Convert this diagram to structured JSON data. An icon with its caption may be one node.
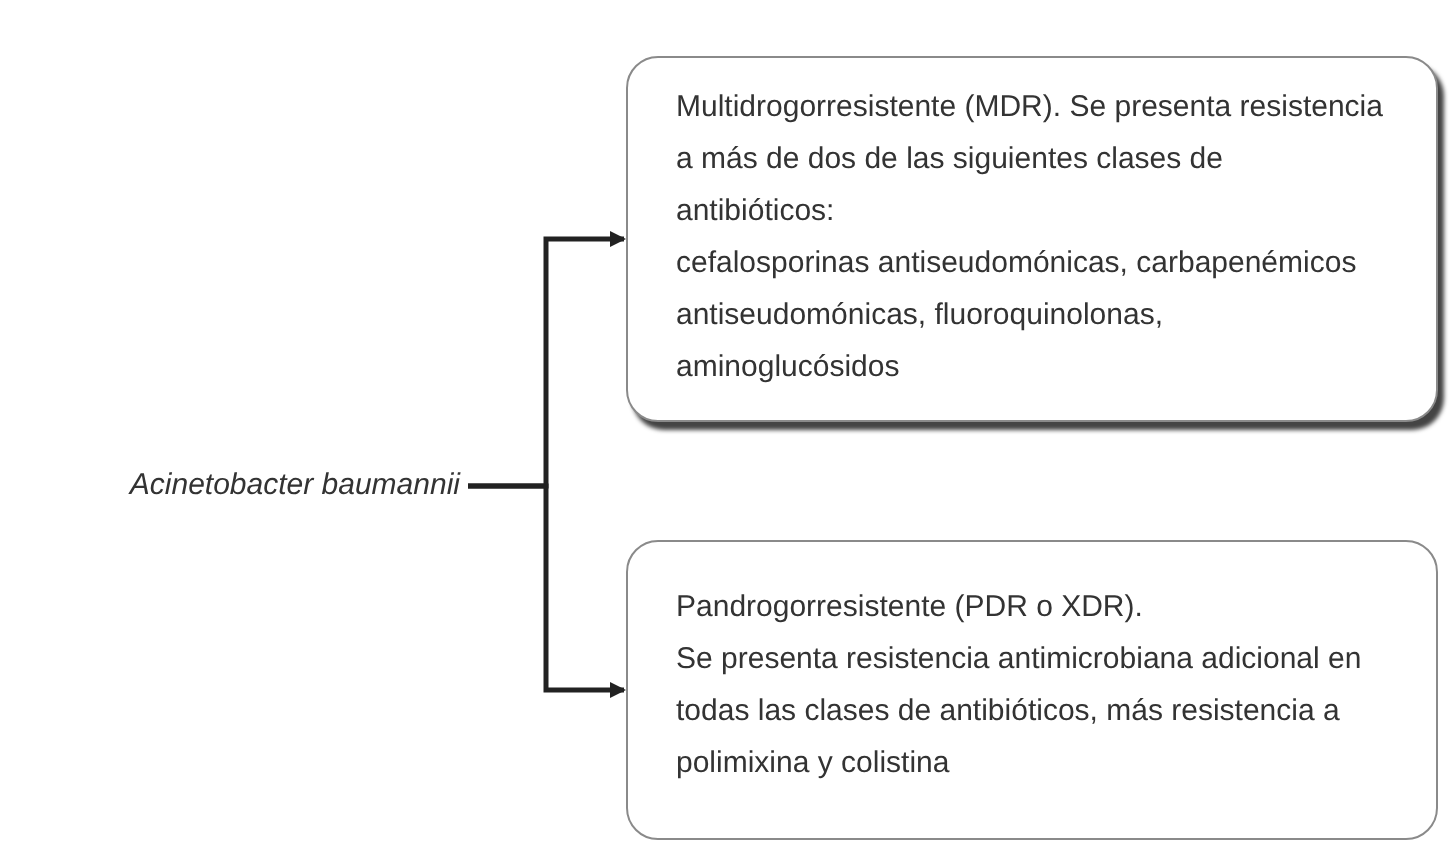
{
  "diagram": {
    "nodes": [
      {
        "text": [
          "Acinetobacter baumannii"
        ]
      },
      {
        "text": [
          "Multidrogorresistente (MDR). Se presenta resistencia a más de dos de las siguientes clases de antibióticos:",
          "cefalosporinas antiseudomónicas, carbapenémicos antiseudomónicas, fluoroquinolonas, aminoglucósidos"
        ]
      },
      {
        "text": [
          "Pandrogorresistente (PDR o XDR).",
          "Se presenta resistencia antimicrobiana adicional en todas las clases de antibióticos, más resistencia a polimixina y colistina"
        ]
      }
    ],
    "edges": [
      {
        "from": 0,
        "to": 1,
        "arrow": "to"
      },
      {
        "from": 0,
        "to": 2,
        "arrow": "to"
      }
    ]
  }
}
